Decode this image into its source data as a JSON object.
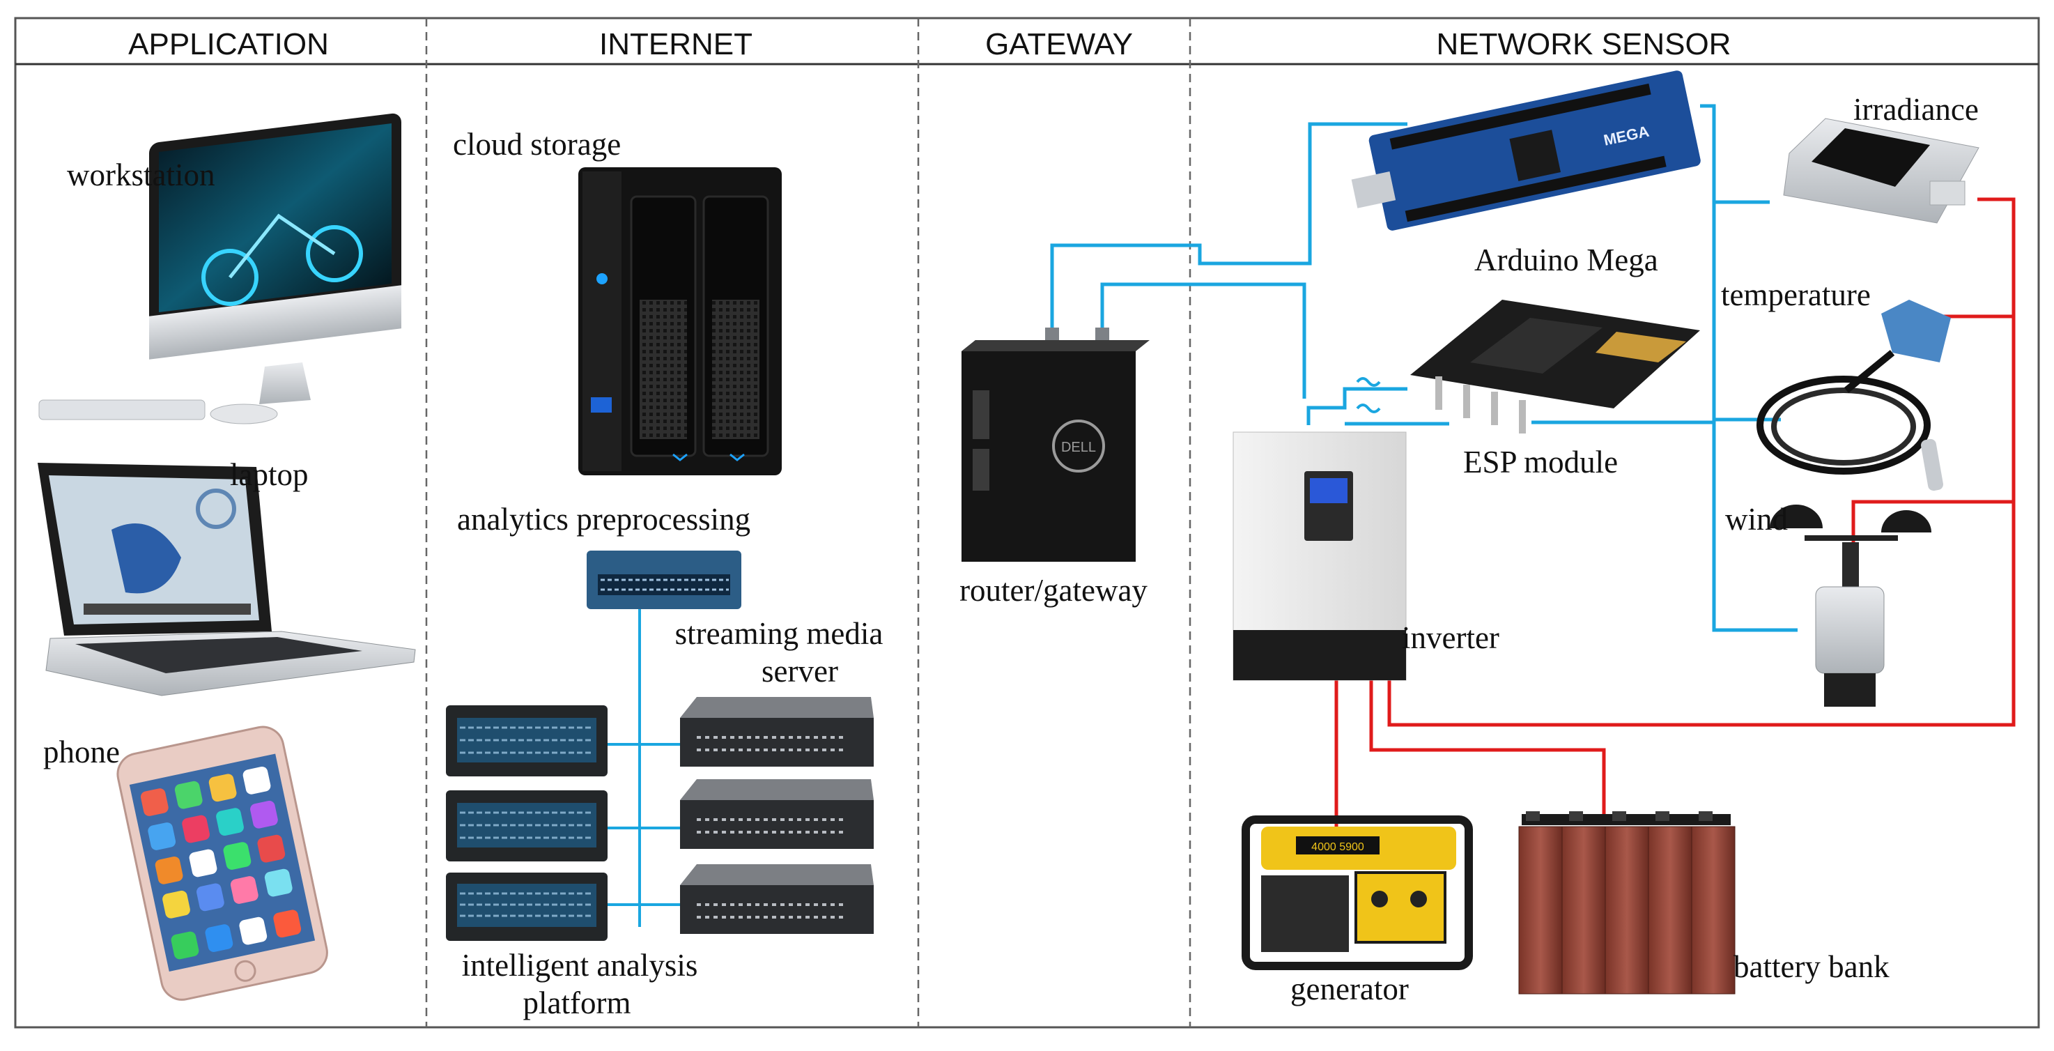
{
  "columns": {
    "application": "APPLICATION",
    "internet": "INTERNET",
    "gateway": "GATEWAY",
    "network_sensor": "NETWORK SENSOR"
  },
  "labels": {
    "workstation": "workstation",
    "laptop": "laptop",
    "phone": "phone",
    "cloud_storage": "cloud storage",
    "analytics_preprocessing": "analytics preprocessing",
    "streaming_media_server_1": "streaming media",
    "streaming_media_server_2": "server",
    "intelligent_analysis_1": "intelligent analysis",
    "intelligent_analysis_2": "platform",
    "router_gateway": "router/gateway",
    "arduino_mega": "Arduino Mega",
    "esp_module": "ESP module",
    "inverter": "inverter",
    "irradiance": "irradiance",
    "temperature": "temperature",
    "wind": "wind",
    "generator": "generator",
    "battery_bank": "battery bank"
  },
  "device_text": {
    "arduino_brand": "MEGA",
    "router_brand": "DELL",
    "generator_brand": "4000 5900"
  },
  "colors": {
    "data_link": "#1aa6e0",
    "power_link": "#e01b1b"
  }
}
